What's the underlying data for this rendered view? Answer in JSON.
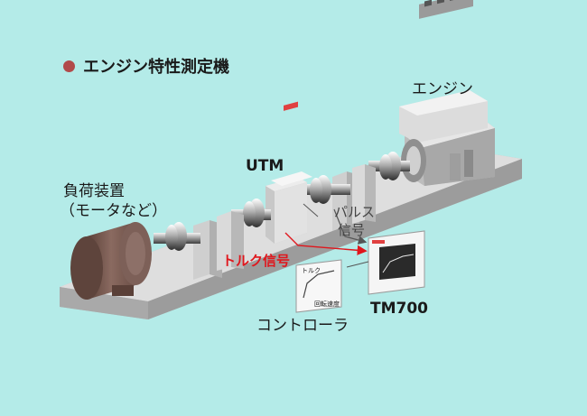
{
  "title": "エンジン特性測定機",
  "labels": {
    "engine": "エンジン",
    "utm": "UTM",
    "load_device_line1": "負荷装置",
    "load_device_line2": "（モータなど）",
    "pulse_line1": "パルス",
    "pulse_line2": "信号",
    "torque_signal": "トルク信号",
    "controller": "コントローラ",
    "tm700": "TM700",
    "monitor_axis": "トルク",
    "monitor_xlabel": "回転速度"
  },
  "colors": {
    "background": "#b4ebe8",
    "bullet": "#b14a4a",
    "torque_signal": "#e0161c"
  }
}
